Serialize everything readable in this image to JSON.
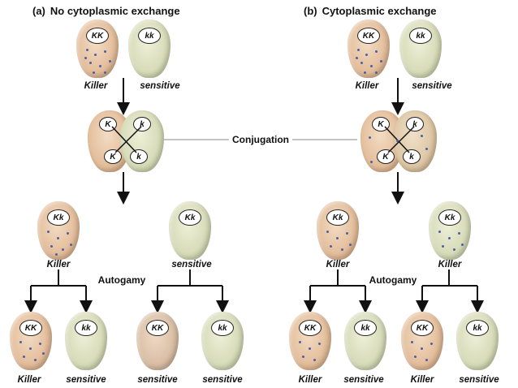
{
  "panel_a": {
    "tag": "(a)",
    "title": "No cytoplasmic exchange",
    "parent_left": {
      "genotype": "KK",
      "label": "Killer"
    },
    "parent_right": {
      "genotype": "kk",
      "label": "sensitive"
    },
    "conj_nuclei": [
      "K",
      "k",
      "K",
      "k"
    ],
    "exconjugant_left": {
      "genotype": "Kk",
      "label": "Killer"
    },
    "exconjugant_right": {
      "genotype": "Kk",
      "label": "sensitive"
    },
    "progeny": [
      {
        "genotype": "KK",
        "label": "Killer"
      },
      {
        "genotype": "kk",
        "label": "sensitive"
      },
      {
        "genotype": "KK",
        "label": "sensitive"
      },
      {
        "genotype": "kk",
        "label": "sensitive"
      }
    ]
  },
  "panel_b": {
    "tag": "(b)",
    "title": "Cytoplasmic exchange",
    "parent_left": {
      "genotype": "KK",
      "label": "Killer"
    },
    "parent_right": {
      "genotype": "kk",
      "label": "sensitive"
    },
    "conj_nuclei": [
      "K",
      "k",
      "K",
      "k"
    ],
    "exconjugant_left": {
      "genotype": "Kk",
      "label": "Killer"
    },
    "exconjugant_right": {
      "genotype": "Kk",
      "label": "Killer"
    },
    "progeny": [
      {
        "genotype": "KK",
        "label": "Killer"
      },
      {
        "genotype": "kk",
        "label": "sensitive"
      },
      {
        "genotype": "KK",
        "label": "Killer"
      },
      {
        "genotype": "kk",
        "label": "sensitive"
      }
    ]
  },
  "shared": {
    "conjugation_label": "Conjugation",
    "autogamy_label": "Autogamy"
  },
  "colors": {
    "killer_cytoplasm": "#e3bd9a",
    "sensitive_cytoplasm": "#d6dbb8",
    "kappa_particles": "#4a5fa8"
  }
}
